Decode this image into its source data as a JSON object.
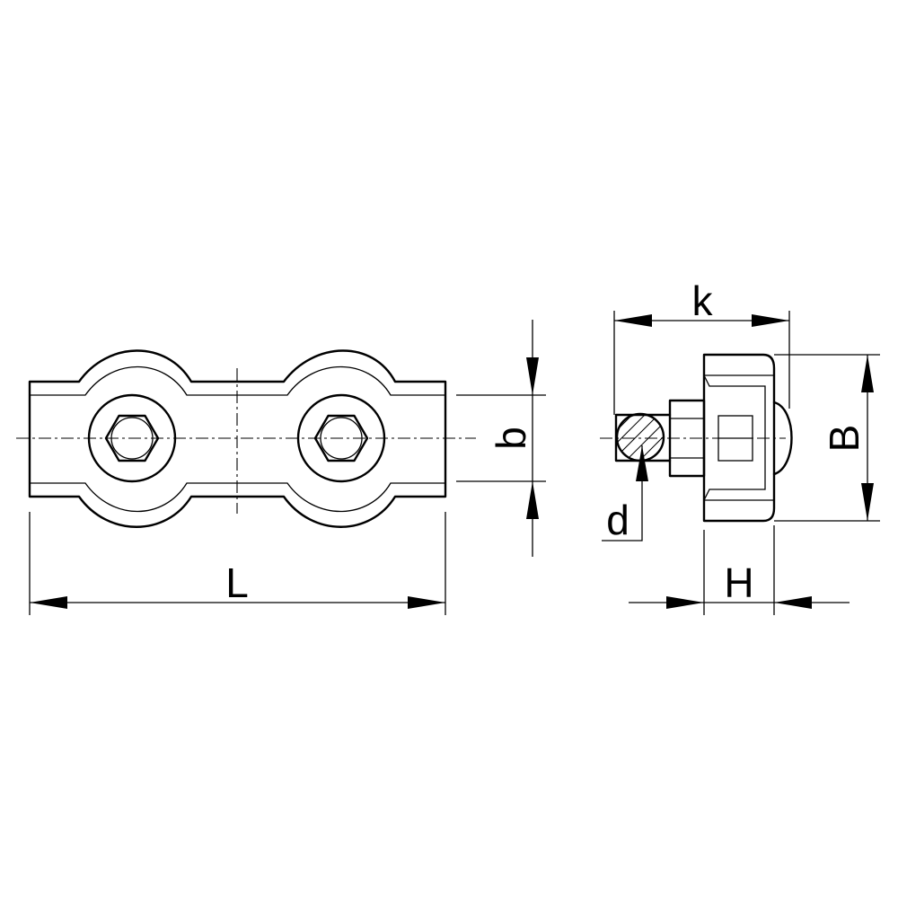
{
  "drawing": {
    "dimensions": {
      "length_label": "L",
      "clamp_width_label": "b",
      "height_label": "k",
      "width_label": "B",
      "wire_diameter_label": "d",
      "thickness_label": "H"
    }
  }
}
